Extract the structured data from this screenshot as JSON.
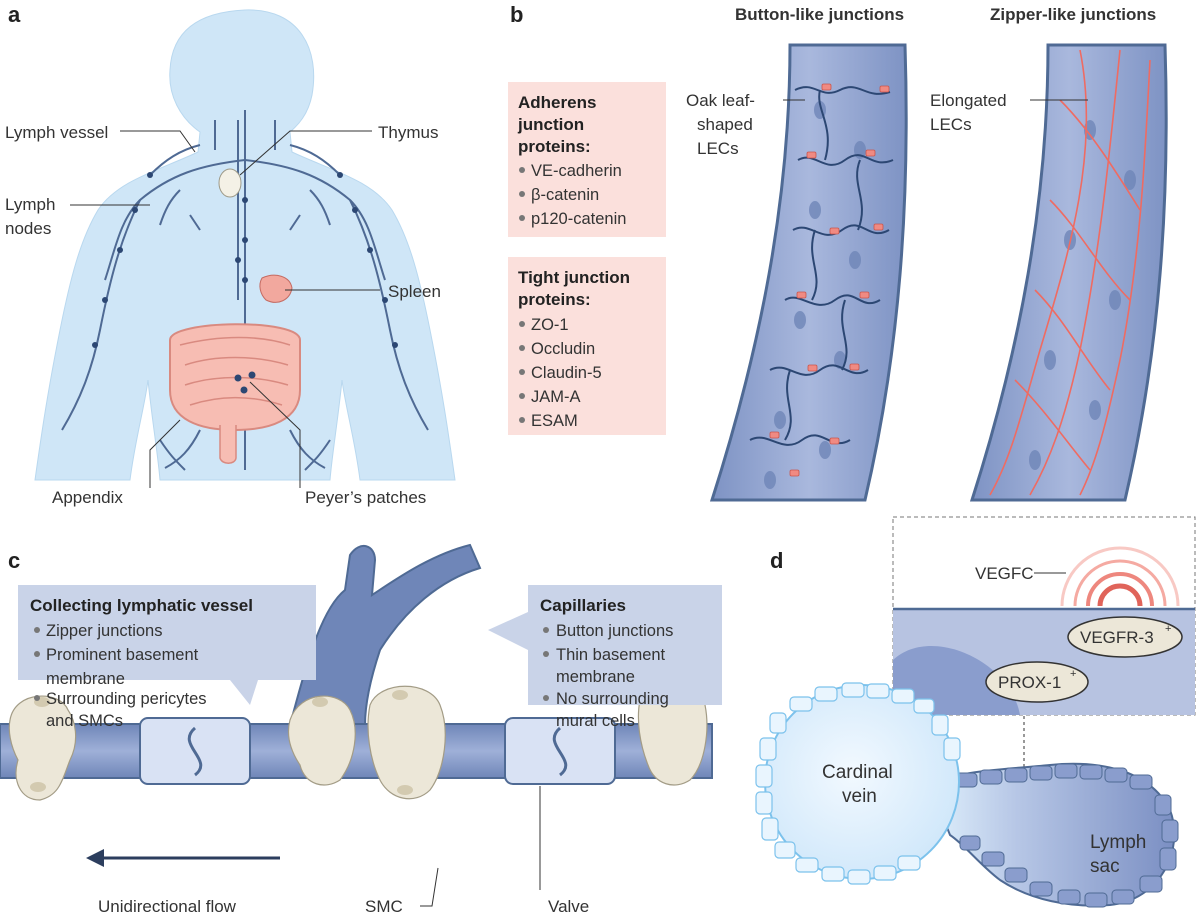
{
  "panels": {
    "a": {
      "letter": "a",
      "labels": {
        "lymph_vessel": "Lymph vessel",
        "lymph_nodes_1": "Lymph",
        "lymph_nodes_2": "nodes",
        "thymus": "Thymus",
        "spleen": "Spleen",
        "appendix": "Appendix",
        "peyers": "Peyer’s patches"
      }
    },
    "b": {
      "letter": "b",
      "heading_button": "Button-like junctions",
      "heading_zipper": "Zipper-like junctions",
      "oak_1": "Oak leaf-",
      "oak_2": "shaped",
      "oak_3": "LECs",
      "elong_1": "Elongated",
      "elong_2": "LECs",
      "adherens_title": [
        "Adherens",
        "junction",
        "proteins:"
      ],
      "adherens_items": [
        "VE-cadherin",
        "β-catenin",
        "p120-catenin"
      ],
      "tight_title": [
        "Tight junction",
        "proteins:"
      ],
      "tight_items": [
        "ZO-1",
        "Occludin",
        "Claudin-5",
        "JAM-A",
        "ESAM"
      ]
    },
    "c": {
      "letter": "c",
      "collecting_title": "Collecting lymphatic vessel",
      "collecting_items": [
        "Zipper junctions",
        "Prominent basement",
        "membrane",
        "Surrounding pericytes",
        "and SMCs"
      ],
      "capillaries_title": "Capillaries",
      "capillaries_items": [
        "Button junctions",
        "Thin basement",
        "membrane",
        "No surrounding",
        "mural cells"
      ],
      "flow": "Unidirectional flow",
      "smc": "SMC",
      "valve": "Valve"
    },
    "d": {
      "letter": "d",
      "vegfc": "VEGFC",
      "vegfr3": "VEGFR-3",
      "vegfr3_sup": "+",
      "prox1": "PROX-1",
      "prox1_sup": "+",
      "cardinal_1": "Cardinal",
      "cardinal_2": "vein",
      "lymph_1": "Lymph",
      "lymph_2": "sac"
    }
  },
  "colors": {
    "body": "#cfe6f7",
    "vessel": "#4f6a94",
    "pink_box": "#fbe0dc",
    "blue_box": "#c9d3e8",
    "lec_fill": "#8ea3cf",
    "junction": "#f08a82",
    "zipper_line": "#ef6b62",
    "smc": "#ece7d8",
    "cardinal": "#dff0fc"
  }
}
